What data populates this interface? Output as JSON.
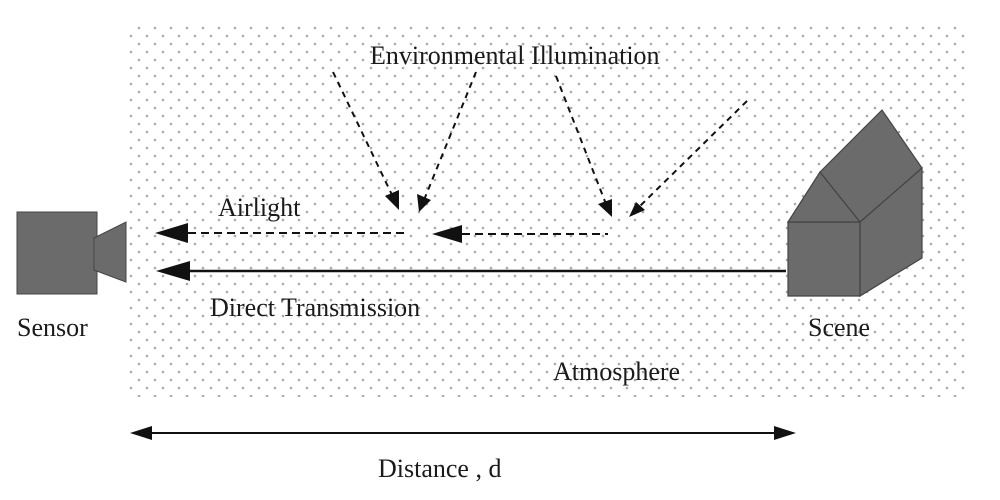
{
  "labels": {
    "environmental_illumination": "Environmental Illumination",
    "airlight": "Airlight",
    "direct_transmission": "Direct Transmission",
    "sensor": "Sensor",
    "scene": "Scene",
    "atmosphere": "Atmosphere",
    "distance": "Distance , d"
  },
  "colors": {
    "object_fill": "#6b6b6b",
    "line": "#111111",
    "dot": "#a9a9a9"
  }
}
